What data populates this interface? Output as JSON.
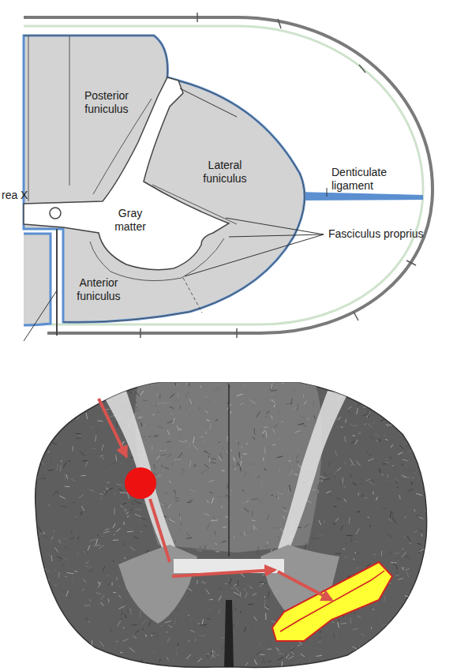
{
  "diagram": {
    "labels": [
      "Posterior funiculus",
      "Lateral funiculus",
      "Gray matter",
      "rea X",
      "Anterior funiculus",
      "Denticulate ligament",
      "Fasciculus proprius"
    ]
  }
}
